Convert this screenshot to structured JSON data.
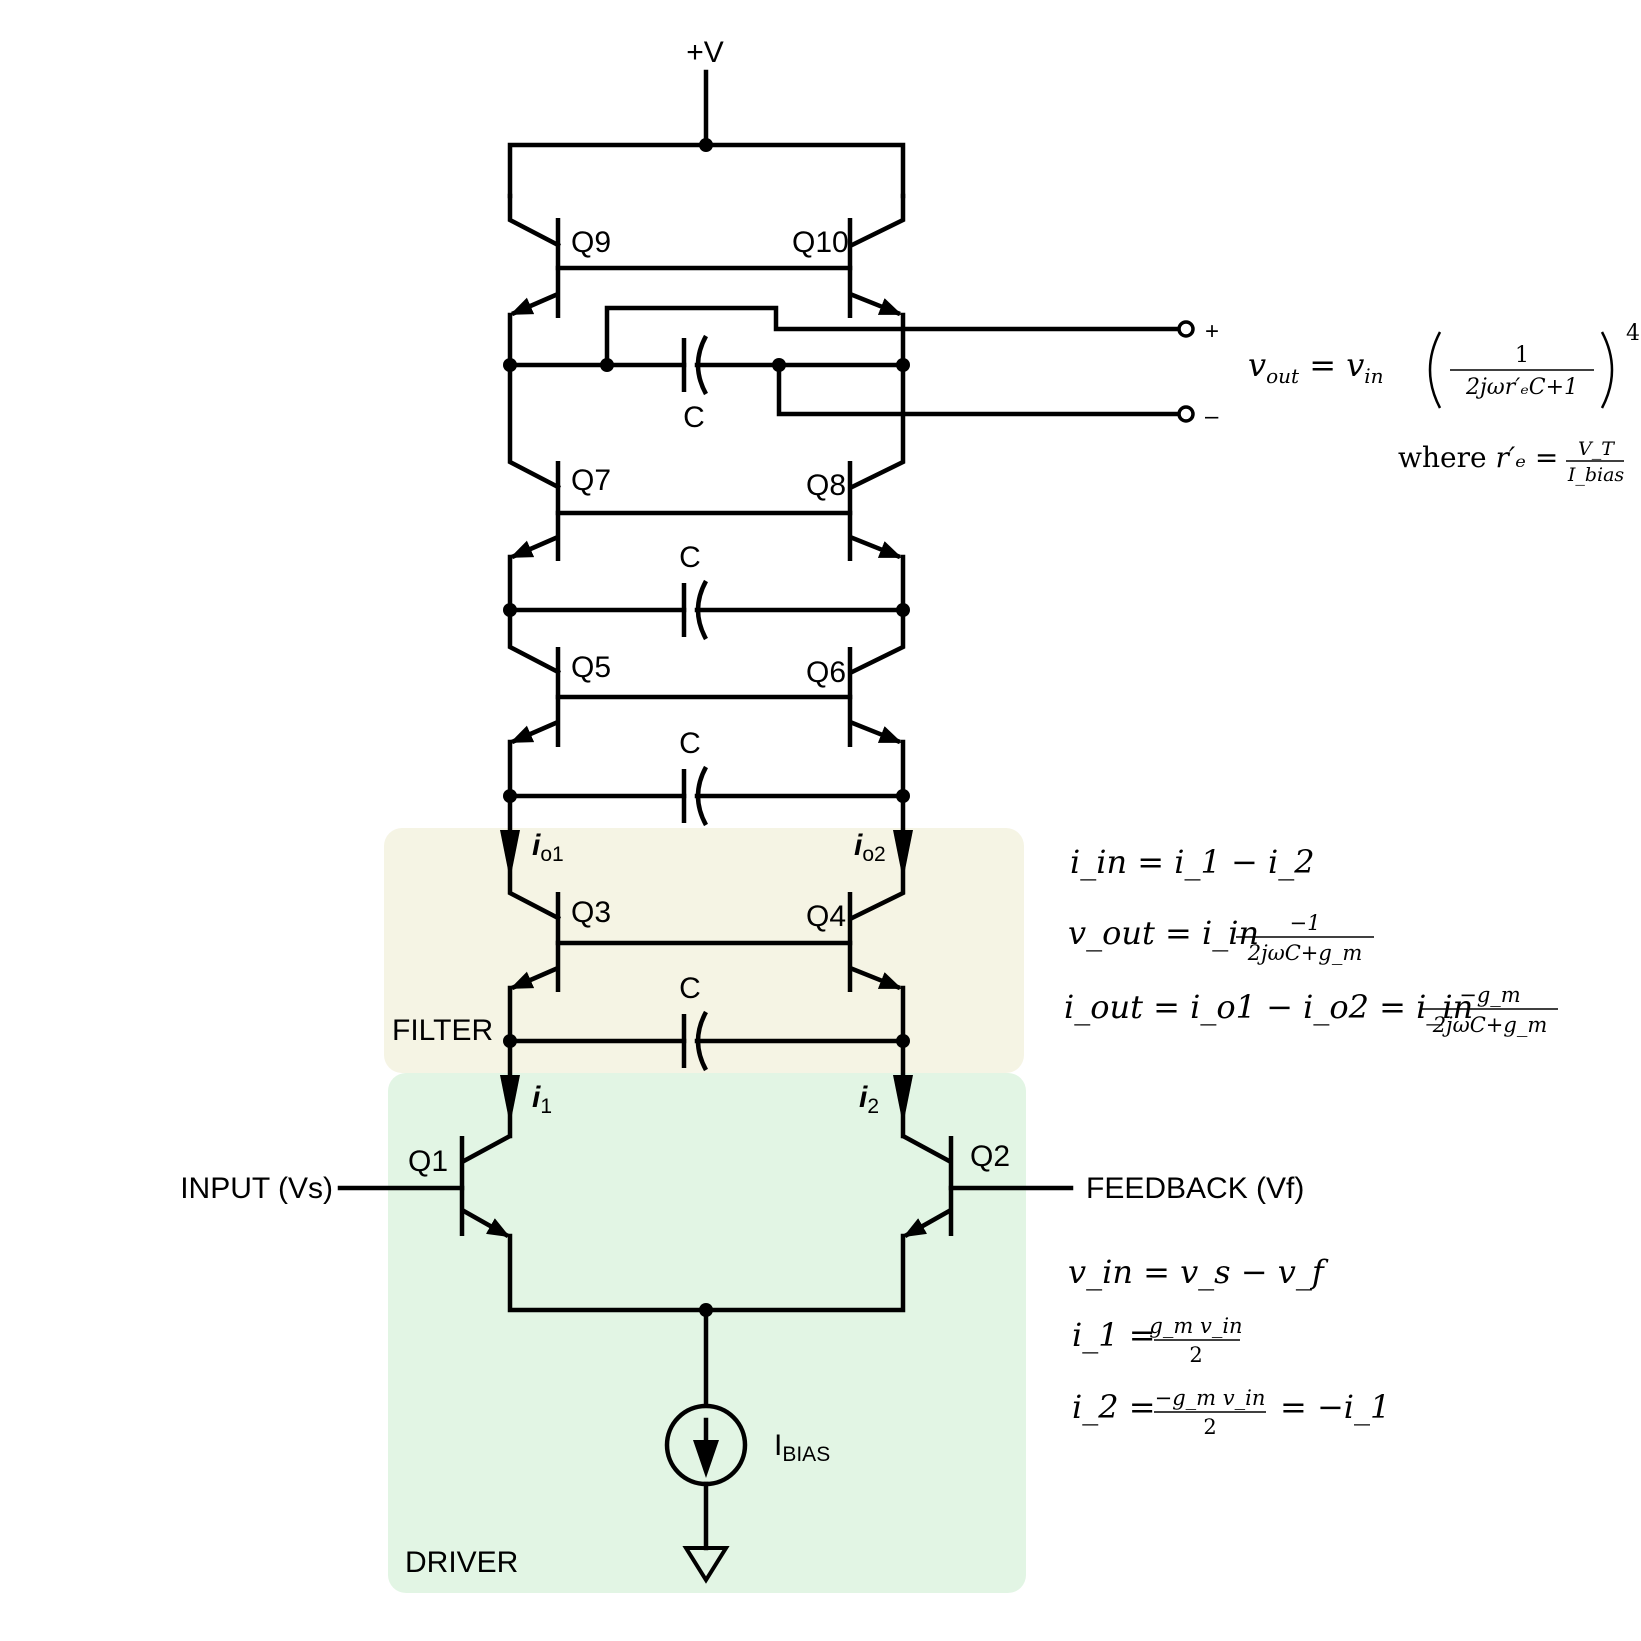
{
  "supply": {
    "label": "+V"
  },
  "transistors": {
    "q1": "Q1",
    "q2": "Q2",
    "q3": "Q3",
    "q4": "Q4",
    "q5": "Q5",
    "q6": "Q6",
    "q7": "Q7",
    "q8": "Q8",
    "q9": "Q9",
    "q10": "Q10"
  },
  "capacitor_label": "C",
  "currents": {
    "io1": {
      "main": "i",
      "sub": "o1"
    },
    "io2": {
      "main": "i",
      "sub": "o2"
    },
    "i1": {
      "main": "i",
      "sub": "1"
    },
    "i2": {
      "main": "i",
      "sub": "2"
    }
  },
  "bias": {
    "main": "I",
    "sub": "BIAS"
  },
  "ports": {
    "input": "INPUT (Vs)",
    "feedback": "FEEDBACK (Vf)",
    "out_plus": "+",
    "out_minus": "–"
  },
  "regions": {
    "filter": {
      "label": "FILTER",
      "color": "#f5f4e4"
    },
    "driver": {
      "label": "DRIVER",
      "color": "#e2f5e4"
    }
  },
  "equations": {
    "top_vout": {
      "lhs": "v",
      "lhs_sub": "out",
      "rhs": "v",
      "rhs_sub": "in",
      "num": "1",
      "den": "2jωr′ₑC+1",
      "power": "4"
    },
    "top_where": {
      "text": "where",
      "lhs": "r′ₑ",
      "num": "V_T",
      "den": "I_bias"
    },
    "filter_iin": "i_in = i_1 − i_2",
    "filter_vout": {
      "lhs": "v_out = i_in",
      "num": "−1",
      "den": "2jωC+g_m"
    },
    "filter_iout": {
      "lhs": "i_out = i_o1 − i_o2 = i_in",
      "num": "−g_m",
      "den": "2jωC+g_m"
    },
    "driver_vin": "v_in = v_s − v_f",
    "driver_i1": {
      "lhs": "i_1 =",
      "num": "g_m v_in",
      "den": "2"
    },
    "driver_i2": {
      "lhs": "i_2 =",
      "num": "−g_m v_in",
      "den": "2",
      "tail": "= −i_1"
    }
  }
}
